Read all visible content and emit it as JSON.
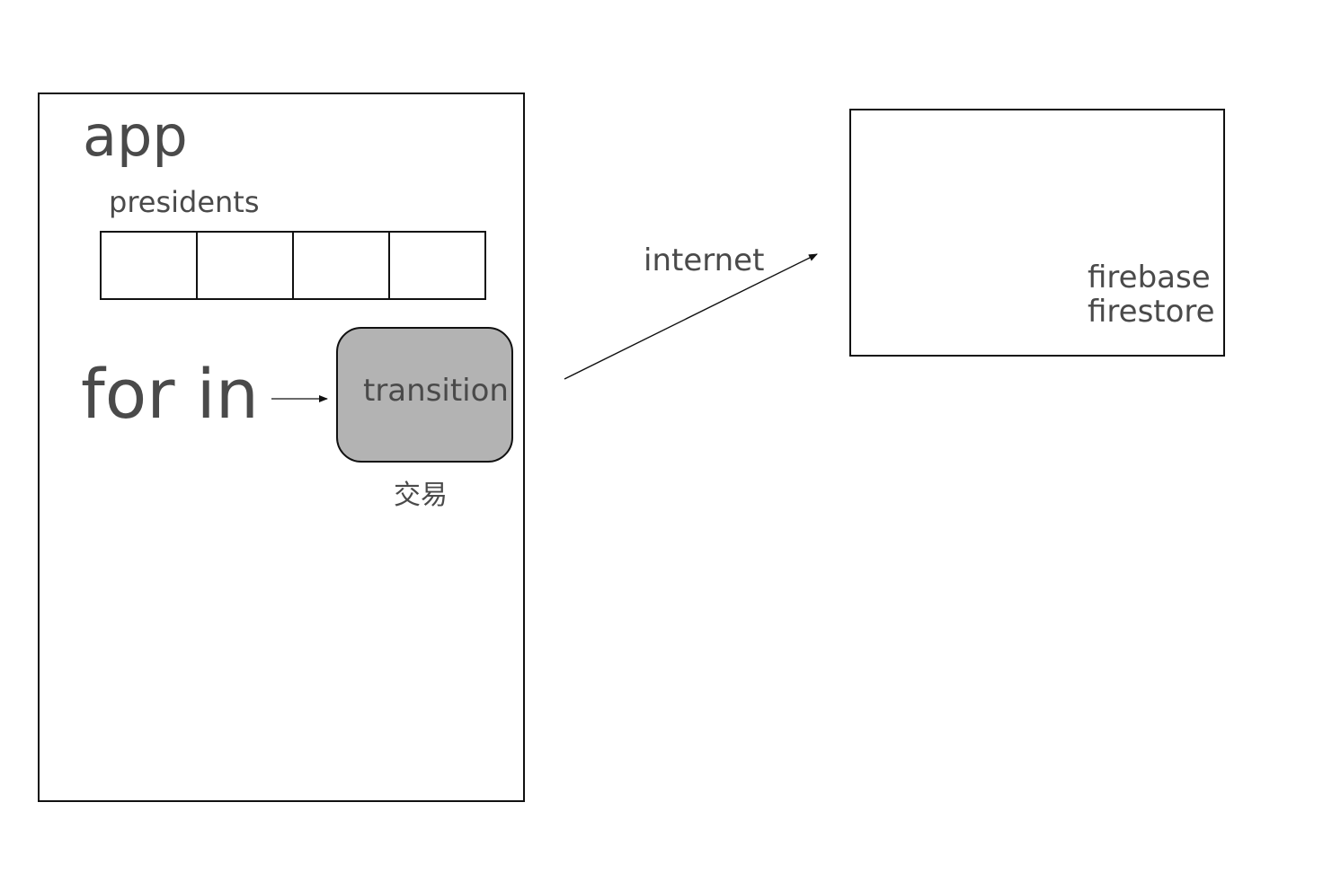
{
  "app": {
    "title": "app",
    "array_label": "presidents",
    "array_cells": 4,
    "loop_label": "for in",
    "transaction": {
      "label": "transition",
      "caption": "交易",
      "fill_color": "#b3b3b3"
    }
  },
  "connection": {
    "label": "internet"
  },
  "backend": {
    "line1": "firebase",
    "line2": "firestore"
  },
  "colors": {
    "text": "#4a4a4a",
    "stroke": "#111111"
  }
}
